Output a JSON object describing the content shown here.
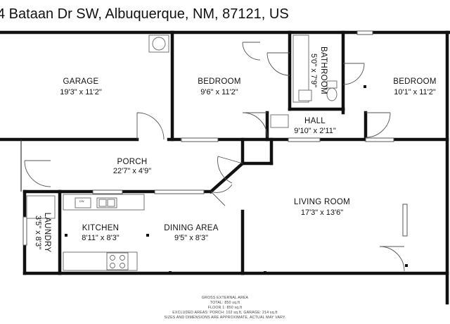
{
  "address": "4 Bataan Dr SW, Albuquerque, NM, 87121, US",
  "rooms": {
    "garage": {
      "name": "GARAGE",
      "dims": "19'3\" x 11'2\""
    },
    "bedroom1": {
      "name": "BEDROOM",
      "dims": "9'6\" x 11'2\""
    },
    "bathroom": {
      "name": "BATHROOM",
      "dims": "5'0\" x 7'9\""
    },
    "bedroom2": {
      "name": "BEDROOM",
      "dims": "10'1\" x 11'2\""
    },
    "hall": {
      "name": "HALL",
      "dims": "9'10\" x 2'11\""
    },
    "porch": {
      "name": "PORCH",
      "dims": "22'7\" x 4'9\""
    },
    "living": {
      "name": "LIVING ROOM",
      "dims": "17'3\" x 13'6\""
    },
    "laundry": {
      "name": "LAUNDRY",
      "dims": "3'5\" x 8'3\""
    },
    "kitchen": {
      "name": "KITCHEN",
      "dims": "8'11\" x 8'3\""
    },
    "dining": {
      "name": "DINING AREA",
      "dims": "9'5\" x 8'3\""
    }
  },
  "footer": {
    "line1": "GROSS EXTERNAL AREA",
    "line2": "TOTAL: 850 sq.ft",
    "line3": "FLOOR 1: 850 sq.ft",
    "line4": "EXCLUDED AREAS: PORCH: 102 sq.ft, GARAGE: 214 sq.ft",
    "line5": "SIZES AND DIMENSIONS ARE APPROXIMATE, ACTUAL MAY VARY."
  },
  "fixture_label": "DW"
}
